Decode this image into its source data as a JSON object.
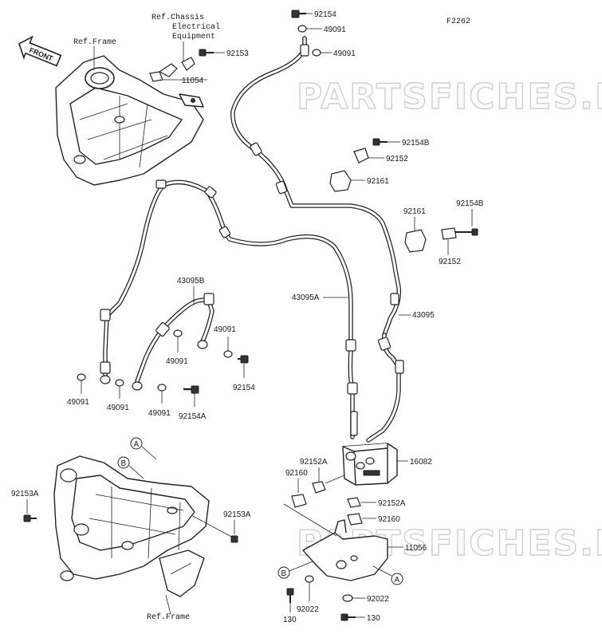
{
  "diagram_code": "F2262",
  "watermark": "PARTSFICHES.NET",
  "front_arrow": "FRONT",
  "ref_labels": {
    "frame_top": "Ref.Frame",
    "chassis_line1": "Ref.Chassis",
    "chassis_line2": "Electrical",
    "chassis_line3": "Equipment",
    "frame_bottom": "Ref.Frame"
  },
  "callouts": {
    "c92154_top": "92154",
    "c49091_top1": "49091",
    "c49091_top2": "49091",
    "c92153_top": "92153",
    "c11054": "11054",
    "c92154B_upper": "92154B",
    "c92152_upper": "92152",
    "c92161_upper": "92161",
    "c92161_right": "92161",
    "c92154B_right": "92154B",
    "c92152_right": "92152",
    "c43095B": "43095B",
    "c43095A": "43095A",
    "c43095": "43095",
    "c49091_mid_r": "49091",
    "c49091_mid_c": "49091",
    "c92154_mid": "92154",
    "c49091_low_l": "49091",
    "c49091_low_m": "49091",
    "c49091_low_r": "49091",
    "c92154A": "92154A",
    "c92152A_upper": "92152A",
    "c16082": "16082",
    "c92160_upper": "92160",
    "c92152A_lower": "92152A",
    "c92160_lower": "92160",
    "c92153A_left": "92153A",
    "c92153A_right": "92153A",
    "c11056": "11056",
    "c92022_left": "92022",
    "c92022_right": "92022",
    "c130_left": "130",
    "c130_right": "130"
  },
  "markers": {
    "A_frame": "A",
    "B_frame": "B",
    "B_bracket": "B",
    "A_bracket": "A"
  }
}
